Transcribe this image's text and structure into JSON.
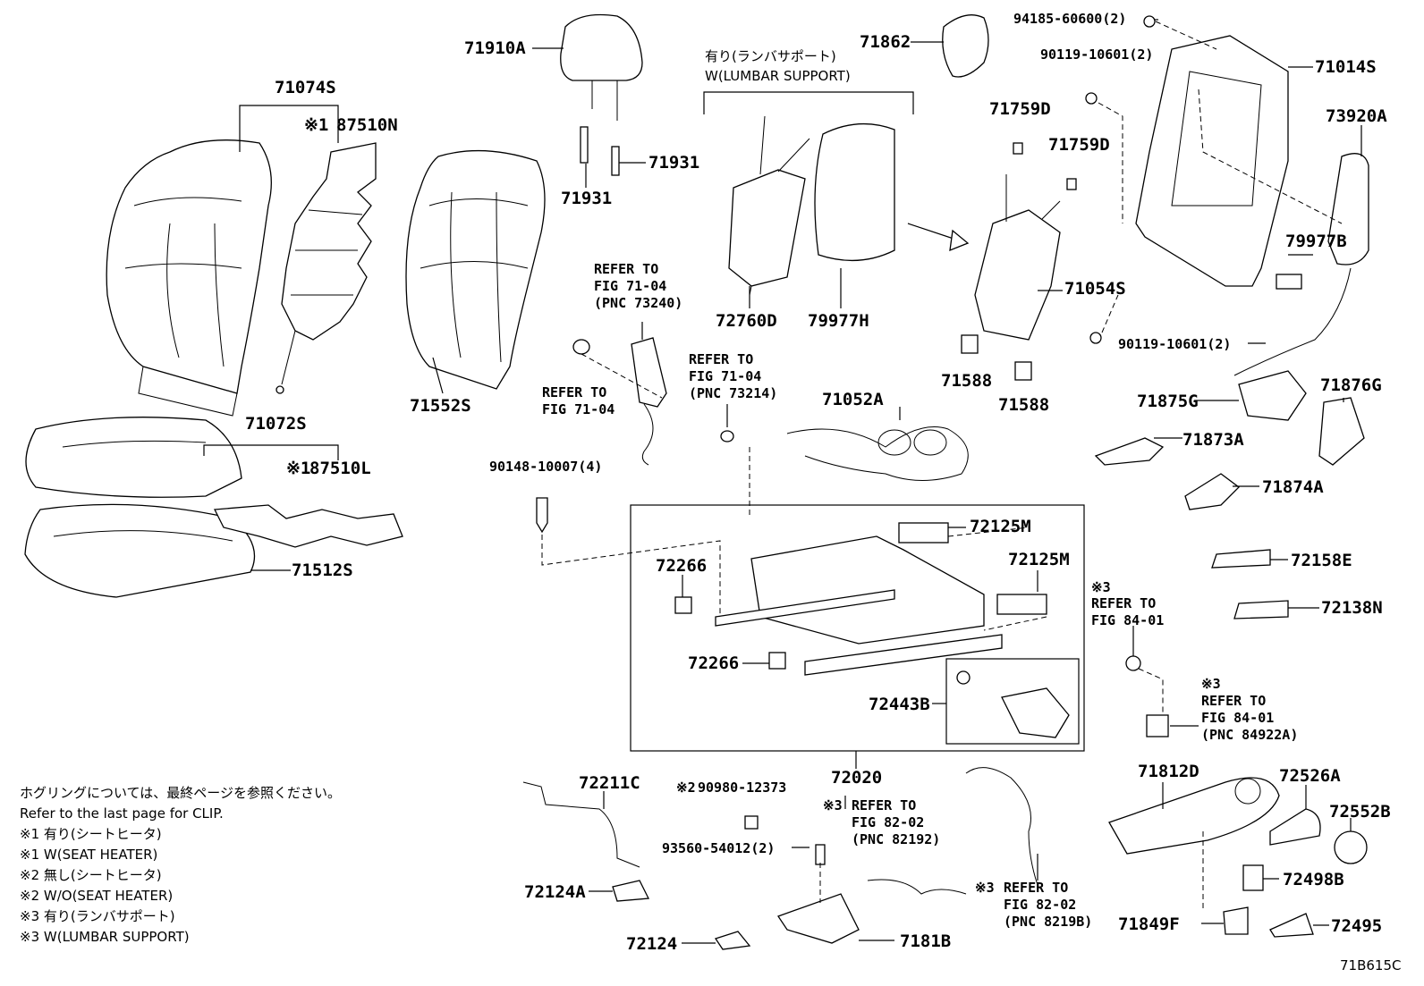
{
  "labels": {
    "p71910A": "71910A",
    "p71862": "71862",
    "p94185": "94185-60600(2)",
    "p71014S": "71014S",
    "p90119a": "90119-10601(2)",
    "p71074S": "71074S",
    "p87510N": "87510N",
    "p71931a": "71931",
    "p71931b": "71931",
    "p71759Da": "71759D",
    "p71759Db": "71759D",
    "p73920A": "73920A",
    "p79977B": "79977B",
    "p72760D": "72760D",
    "p79977H": "79977H",
    "p71054S": "71054S",
    "p90119b": "90119-10601(2)",
    "p71588a": "71588",
    "p71588b": "71588",
    "p71552S": "71552S",
    "p71072S": "71072S",
    "p87510L": "87510L",
    "p71052A": "71052A",
    "p71875G": "71875G",
    "p71876G": "71876G",
    "p71873A": "71873A",
    "p71874A": "71874A",
    "p90148": "90148-10007(4)",
    "p72125Ma": "72125M",
    "p72125Mb": "72125M",
    "p71512S": "71512S",
    "p72266a": "72266",
    "p72266b": "72266",
    "p72158E": "72158E",
    "p72138N": "72138N",
    "p72443B": "72443B",
    "p72020": "72020",
    "p71812D": "71812D",
    "p72526A": "72526A",
    "p72552B": "72552B",
    "p72211C": "72211C",
    "p90980": "90980-12373",
    "p93560": "93560-54012(2)",
    "p72124A": "72124A",
    "p72498B": "72498B",
    "p71849F": "71849F",
    "p72495": "72495",
    "p72124": "72124",
    "p7181B": "7181B",
    "figId": "71B615C"
  },
  "marks": {
    "note1": "※1",
    "note1b": "※1",
    "note2": "※2",
    "note3a": "※3",
    "note3b": "※3",
    "note3c": "※3",
    "note3d": "※3"
  },
  "lumbar": {
    "ja": "有り(ランバサポート)",
    "en": "W(LUMBAR SUPPORT)"
  },
  "refs": {
    "r73240": "REFER TO\nFIG 71-04\n(PNC 73240)",
    "r7104": "REFER TO\nFIG 71-04",
    "r73214": "REFER TO\nFIG 71-04\n(PNC 73214)",
    "r8401a": "REFER TO\nFIG 84-01",
    "r84922A": "REFER TO\nFIG 84-01\n(PNC 84922A)",
    "r82192": "REFER TO\nFIG 82-02\n(PNC 82192)",
    "r8219B": "REFER TO\nFIG 82-02\n(PNC 8219B)"
  },
  "legend": [
    "ホグリングについては、最終ページを参照ください。",
    "Refer to the last page for CLIP.",
    "※1 有り(シートヒータ)",
    "※1 W(SEAT HEATER)",
    "※2 無し(シートヒータ)",
    "※2 W/O(SEAT HEATER)",
    "※3 有り(ランバサポート)",
    "※3 W(LUMBAR SUPPORT)"
  ]
}
